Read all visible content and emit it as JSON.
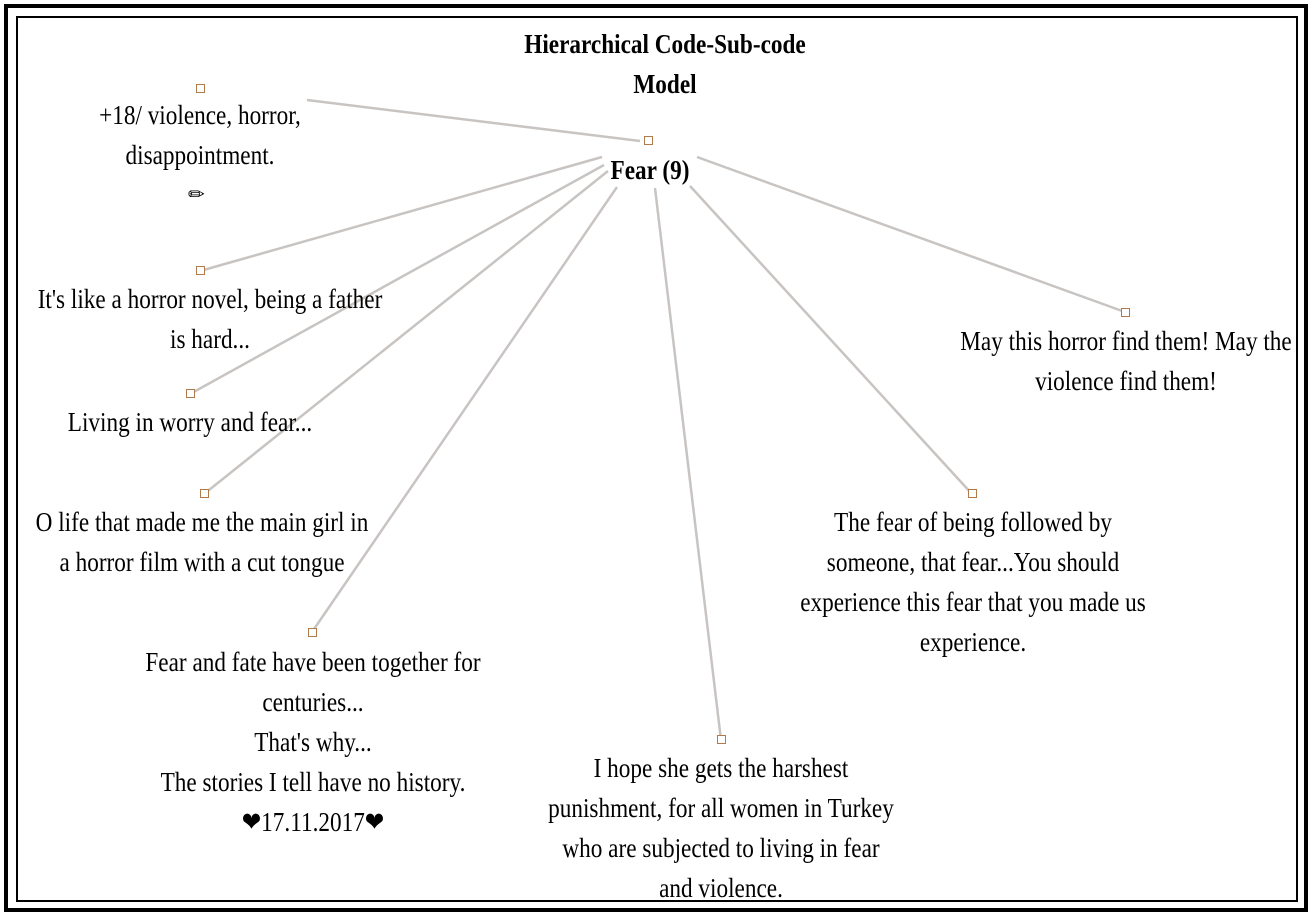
{
  "diagram": {
    "title_lines": [
      "Hierarchical Code-Sub-code",
      "Model"
    ],
    "center": {
      "label": "Fear (9)"
    },
    "nodes": [
      {
        "id": "n1",
        "lines": [
          "+18/ violence, horror,",
          "disappointment."
        ],
        "has_memo": true,
        "memo_icon": "pencil-icon"
      },
      {
        "id": "n2",
        "lines": [
          "It's like a horror novel, being a father",
          "is hard..."
        ]
      },
      {
        "id": "n3",
        "lines": [
          "Living in worry and fear..."
        ]
      },
      {
        "id": "n4",
        "lines": [
          "O life that made me the main girl in",
          "a horror film with a cut tongue"
        ]
      },
      {
        "id": "n5",
        "lines": [
          "Fear and fate have been together for",
          "centuries...",
          "That's why...",
          "The stories I tell have no history.",
          "❤17.11.2017❤"
        ]
      },
      {
        "id": "n6",
        "lines": [
          "I hope she gets the harshest",
          "punishment, for all women in Turkey",
          "who are subjected to living in fear",
          "and violence."
        ]
      },
      {
        "id": "n7",
        "lines": [
          "The fear of being followed by",
          "someone, that fear...You should",
          "experience this fear that you made us",
          "experience."
        ]
      },
      {
        "id": "n8",
        "lines": [
          "May this horror find them! May the",
          "violence find them!"
        ]
      }
    ]
  },
  "colors": {
    "link": "#c8c4c2",
    "marker": "#b07a4a",
    "text": "#000000",
    "frame": "#000000"
  }
}
